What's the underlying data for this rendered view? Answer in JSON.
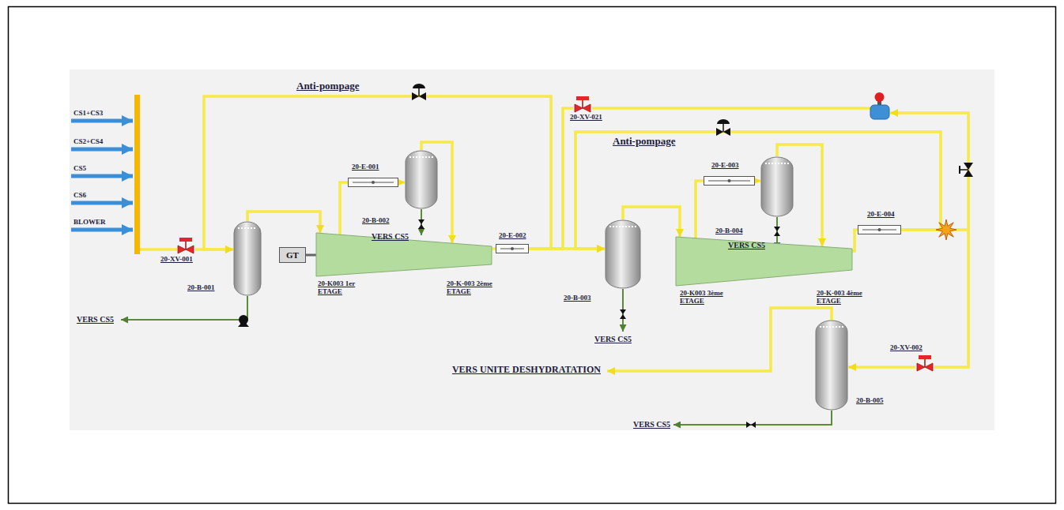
{
  "diagram": {
    "nodes": [
      {
        "text": [
          "20-XV-001"
        ]
      },
      {
        "text": [
          "20-B-001"
        ]
      },
      {
        "text": [
          "GT"
        ]
      },
      {
        "text": [
          "20-K003 1er ETAGE",
          "20-K-003 2ème ETAGE"
        ]
      },
      {
        "text": [
          "20-E-001"
        ]
      },
      {
        "text": [
          "20-B-002"
        ]
      },
      {
        "text": [
          "20-E-002"
        ]
      },
      {
        "text": [
          "20-B-003"
        ]
      },
      {
        "text": [
          "20-K003 3ème ETAGE",
          "20-K-003 4ème ETAGE"
        ]
      },
      {
        "text": [
          "20-E-003"
        ]
      },
      {
        "text": [
          "20-B-004"
        ]
      },
      {
        "text": [
          "20-E-004"
        ]
      },
      {
        "text": [
          "20-XV-021"
        ]
      },
      {
        "text": [
          "20-XV-002"
        ]
      },
      {
        "text": [
          "20-B-005"
        ]
      }
    ],
    "edges": [
      {
        "from": 0,
        "to": 1,
        "arrow": "to"
      },
      {
        "from": 1,
        "to": 3,
        "arrow": "to"
      },
      {
        "from": 3,
        "to": 4,
        "arrow": "none"
      },
      {
        "from": 4,
        "to": 5,
        "arrow": "to"
      },
      {
        "from": 5,
        "to": 3,
        "arrow": "to"
      },
      {
        "from": 3,
        "to": 6,
        "arrow": "none"
      },
      {
        "from": 6,
        "to": 7,
        "arrow": "to"
      },
      {
        "from": 7,
        "to": 8,
        "arrow": "to"
      },
      {
        "from": 8,
        "to": 9,
        "arrow": "none"
      },
      {
        "from": 9,
        "to": 10,
        "arrow": "to"
      },
      {
        "from": 10,
        "to": 8,
        "arrow": "to"
      },
      {
        "from": 8,
        "to": 11,
        "arrow": "none"
      },
      {
        "from": 11,
        "to": 13,
        "arrow": "none"
      },
      {
        "from": 13,
        "to": 14,
        "arrow": "to"
      },
      {
        "from": 6,
        "to": 1,
        "arrow": "to",
        "label": "Anti-pompage"
      },
      {
        "from": 11,
        "to": 7,
        "arrow": "to",
        "label": "Anti-pompage"
      },
      {
        "from": 6,
        "to": 12,
        "arrow": "none"
      },
      {
        "from": 2,
        "to": 3,
        "arrow": "none"
      }
    ],
    "labels": [
      "CS1+CS3",
      "CS2+CS4",
      "CS5",
      "CS6",
      "BLOWER",
      "VERS CS5",
      "VERS CS5",
      "VERS CS5",
      "VERS CS5",
      "VERS CS5",
      "VERS UNITE DESHYDRATATION"
    ]
  }
}
